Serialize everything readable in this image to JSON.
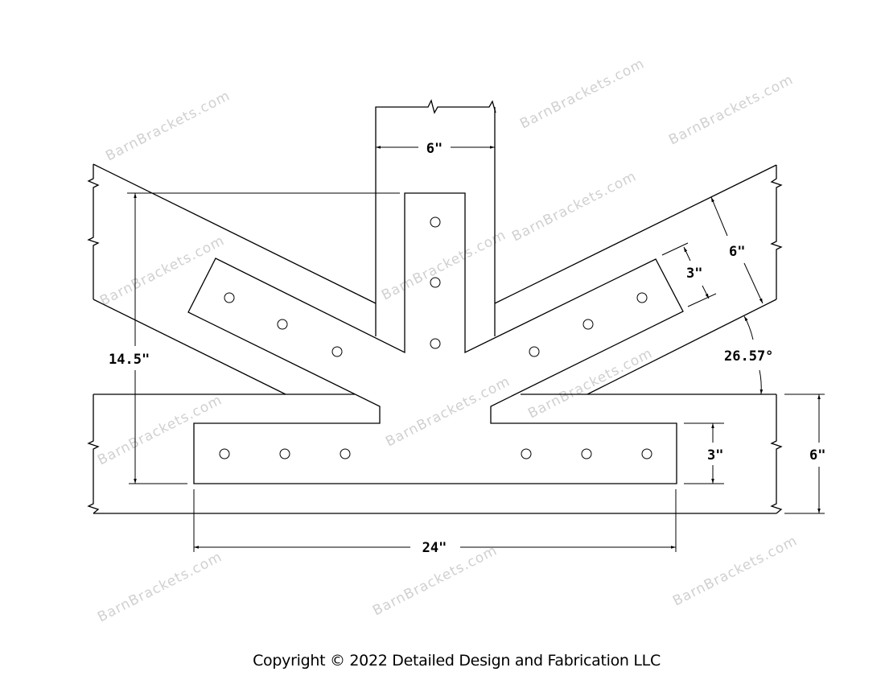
{
  "watermark": "BarnBrackets.com",
  "dimensions": {
    "post_width": "6\"",
    "height": "14.5\"",
    "brace_plate_width": "3\"",
    "brace_width": "6\"",
    "angle": "26.57°",
    "beam_plate_width": "3\"",
    "beam_width": "6\"",
    "plate_length": "24\""
  },
  "copyright": "Copyright © 2022 Detailed Design and Fabrication LLC"
}
